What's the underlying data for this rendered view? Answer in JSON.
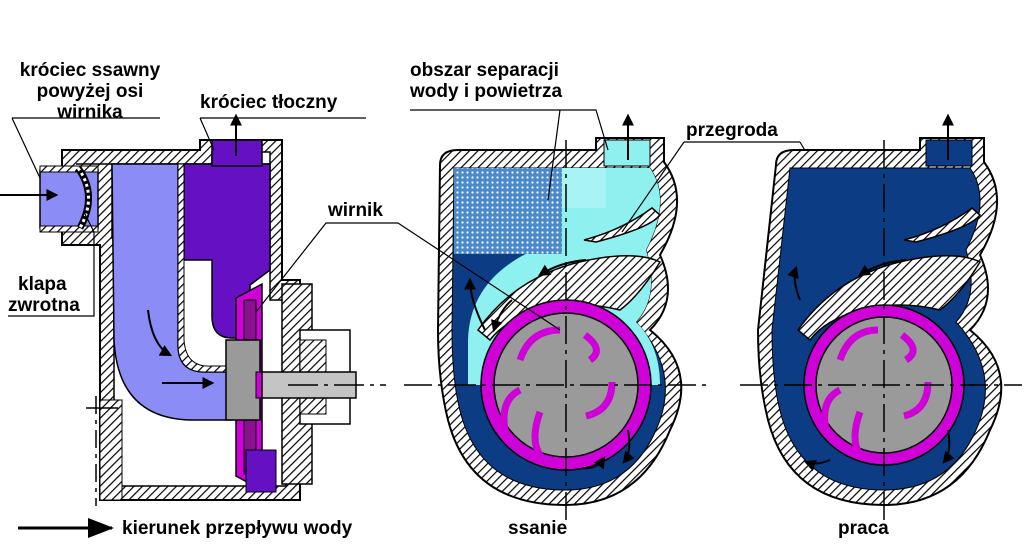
{
  "labels": {
    "suction_nozzle": [
      "króciec ssawny",
      "powyżej osi",
      "wirnika"
    ],
    "discharge_nozzle": "króciec tłoczny",
    "impeller": "wirnik",
    "check_valve": [
      "klapa",
      "zwrotna"
    ],
    "separation_area": [
      "obszar separacji",
      "wody i powietrza"
    ],
    "baffle": "przegroda",
    "suction_state": "ssanie",
    "operation_state": "praca",
    "legend": "kierunek przepływu wody"
  },
  "colors": {
    "background": "#ffffff",
    "outline": "#000000",
    "suction_water": "#8c8cf6",
    "discharge_water": "#6610c4",
    "impeller": "#d000d8",
    "hub": "#9a9a9a",
    "shaft": "#c4c4c4",
    "deep_water": "#0c3c84",
    "air_water_mix": "#8ff0f0",
    "separation_dots": "#4a8ac8"
  }
}
